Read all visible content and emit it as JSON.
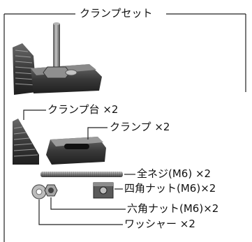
{
  "title": "クランプセット",
  "parts": [
    {
      "label": "クランプ台 ×2"
    },
    {
      "label": "クランプ ×2"
    },
    {
      "label": "全ネジ(M6) ×2"
    },
    {
      "label": "四角ナット(M6)×2"
    },
    {
      "label": "六角ナット(M6)×2"
    },
    {
      "label": "ワッシャー ×2"
    }
  ]
}
